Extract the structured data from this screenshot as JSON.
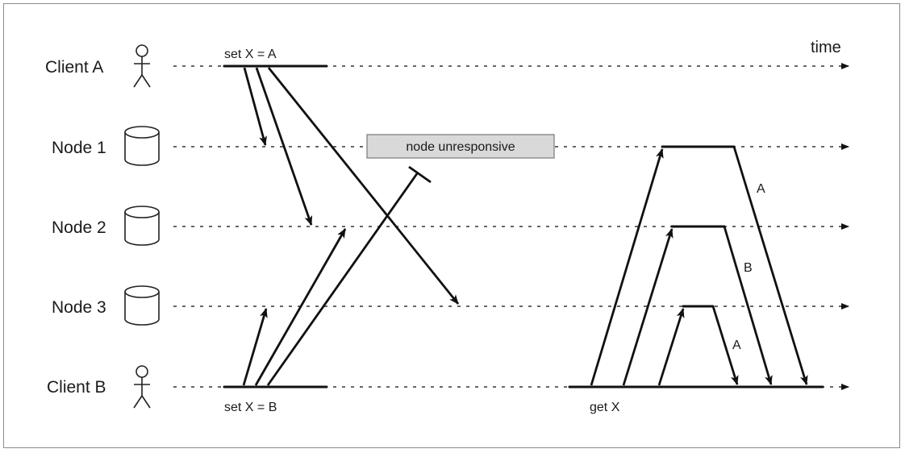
{
  "lanes": [
    {
      "label": "Client A",
      "icon": "person-icon"
    },
    {
      "label": "Node 1",
      "icon": "database-cylinder-icon"
    },
    {
      "label": "Node 2",
      "icon": "database-cylinder-icon"
    },
    {
      "label": "Node 3",
      "icon": "database-cylinder-icon"
    },
    {
      "label": "Client B",
      "icon": "person-icon"
    }
  ],
  "time_label": "time",
  "annotations": {
    "client_a_op": "set X = A",
    "client_b_op": "set X = B",
    "get_op": "get X",
    "node_unresponsive": "node unresponsive"
  },
  "response_labels": [
    "A",
    "B",
    "A"
  ],
  "colors": {
    "line": "#111111",
    "status_box_fill": "#d9d9d9",
    "status_box_border": "#777777"
  }
}
